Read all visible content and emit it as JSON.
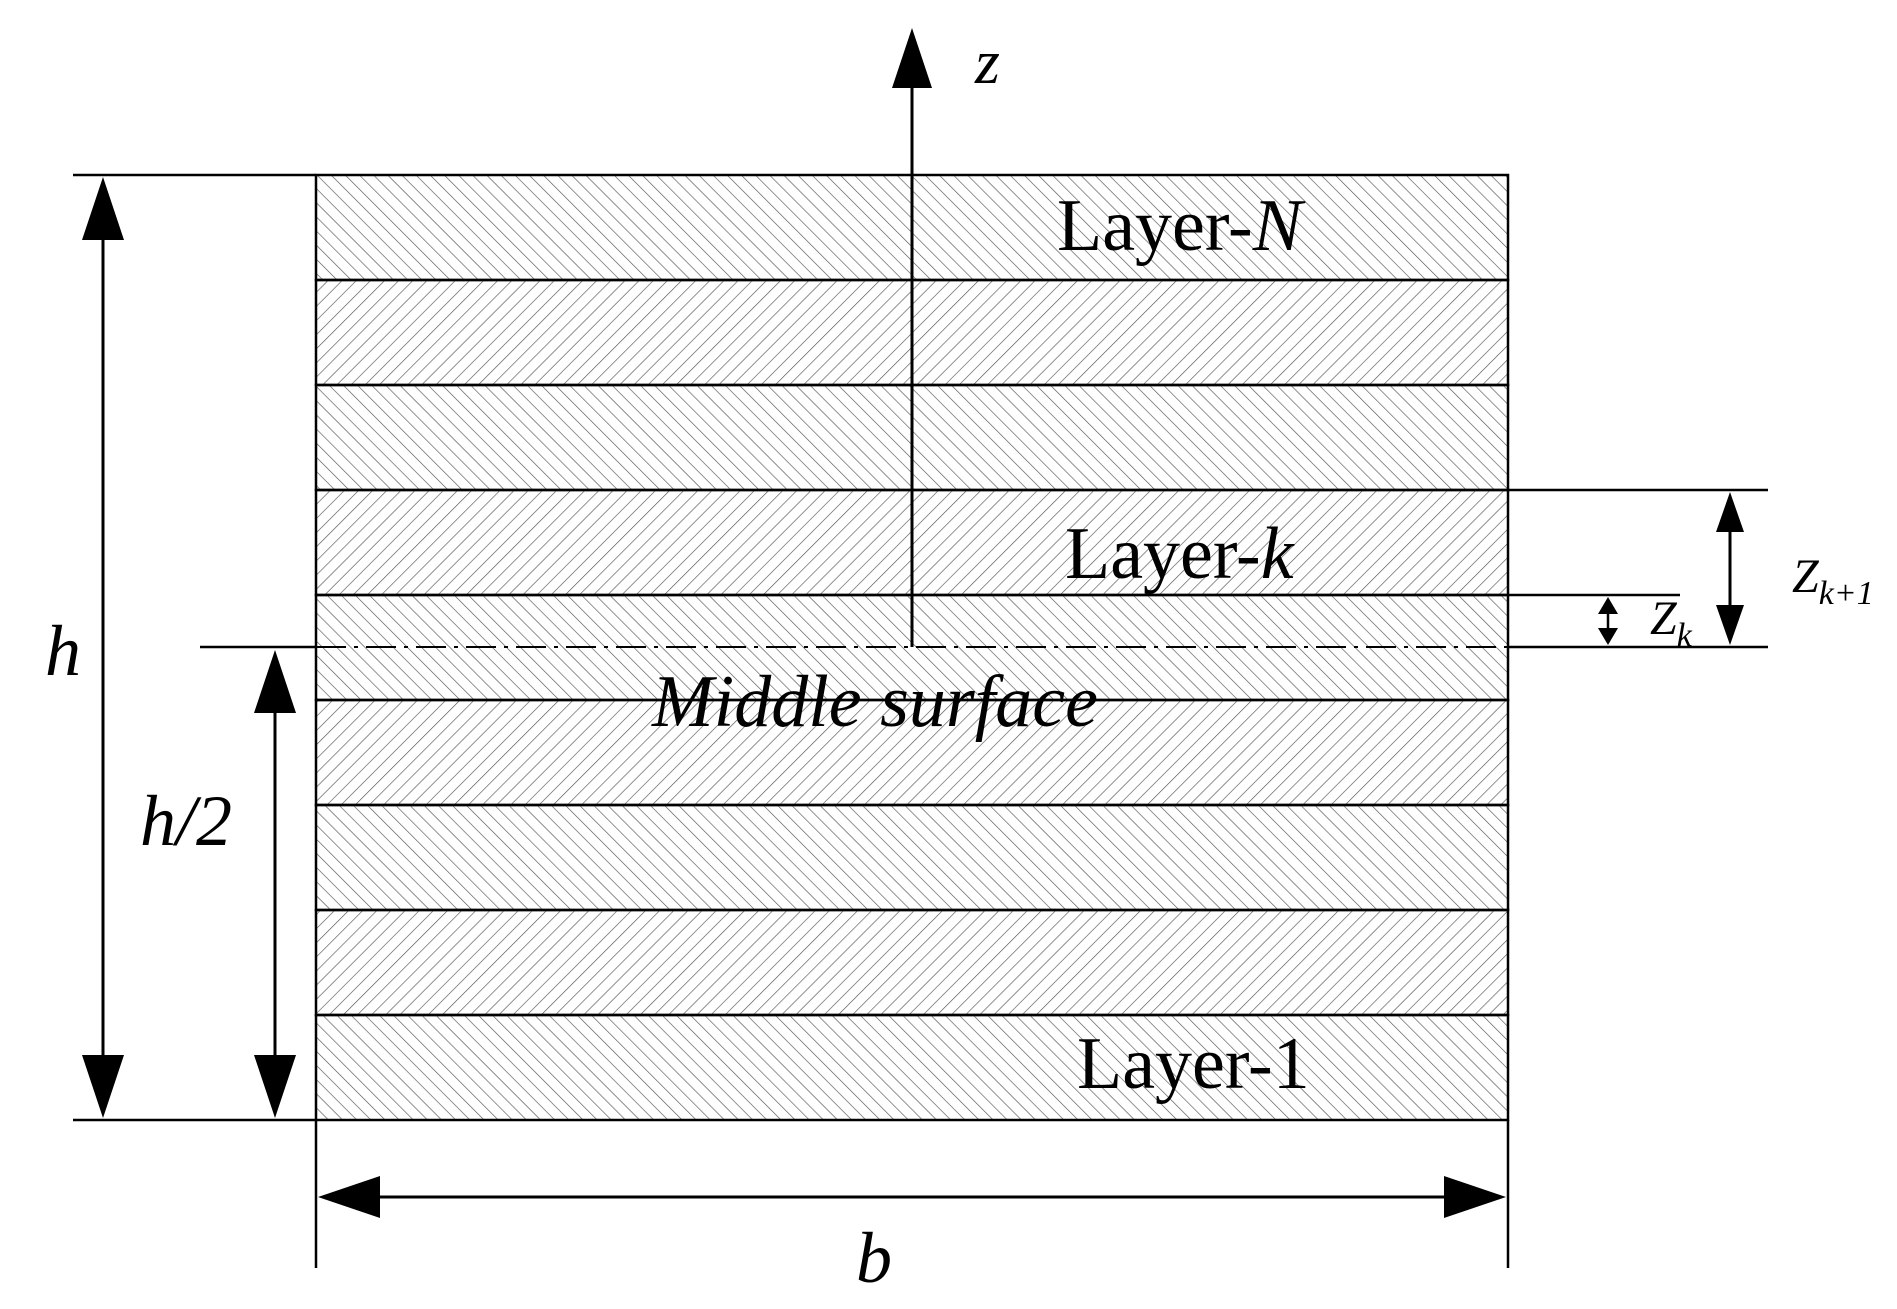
{
  "diagram": {
    "axis_label": "z",
    "layers": {
      "top": {
        "prefix": "Layer-",
        "suffix": "N"
      },
      "kth": {
        "prefix": "Layer-",
        "suffix": "k"
      },
      "bottom": {
        "label": "Layer-1"
      }
    },
    "middle_surface": "Middle surface",
    "dimensions": {
      "total_thickness": "h",
      "half_thickness": "h/2",
      "width": "b",
      "z_k": {
        "base": "Z",
        "sub": "k"
      },
      "z_k1": {
        "base": "Z",
        "sub": "k+1"
      }
    },
    "layer_count_drawn": 9,
    "colors": {
      "line": "#000000",
      "hatch": "#555555",
      "background": "#ffffff"
    }
  }
}
